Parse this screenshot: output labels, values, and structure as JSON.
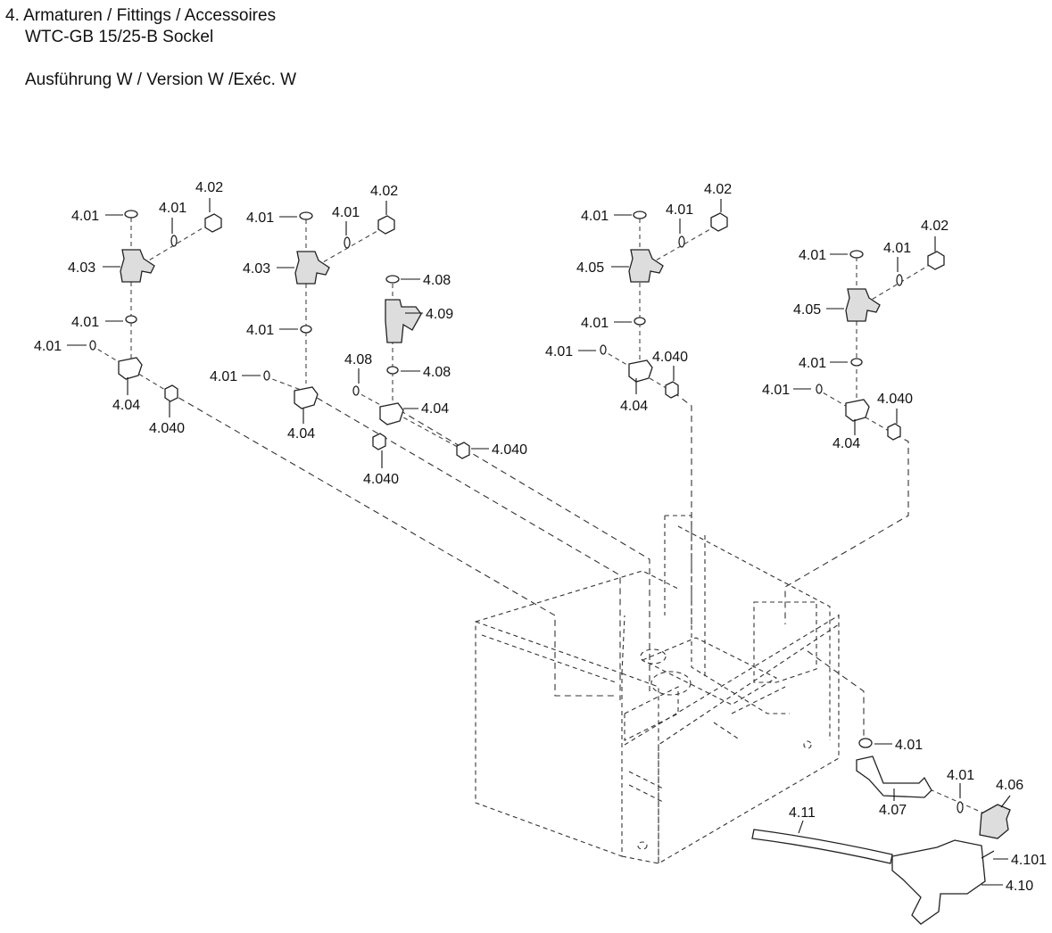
{
  "header": {
    "title": "4. Armaturen / Fittings / Accessoires",
    "subtitle": "WTC-GB 15/25-B Sockel",
    "version": "Ausführung W / Version W /Exéc. W"
  },
  "labels": {
    "p401": "4.01",
    "p402": "4.02",
    "p403": "4.03",
    "p404": "4.04",
    "p4040": "4.040",
    "p405": "4.05",
    "p406": "4.06",
    "p407": "4.07",
    "p408": "4.08",
    "p409": "4.09",
    "p410": "4.10",
    "p4101": "4.101",
    "p411": "4.11"
  }
}
